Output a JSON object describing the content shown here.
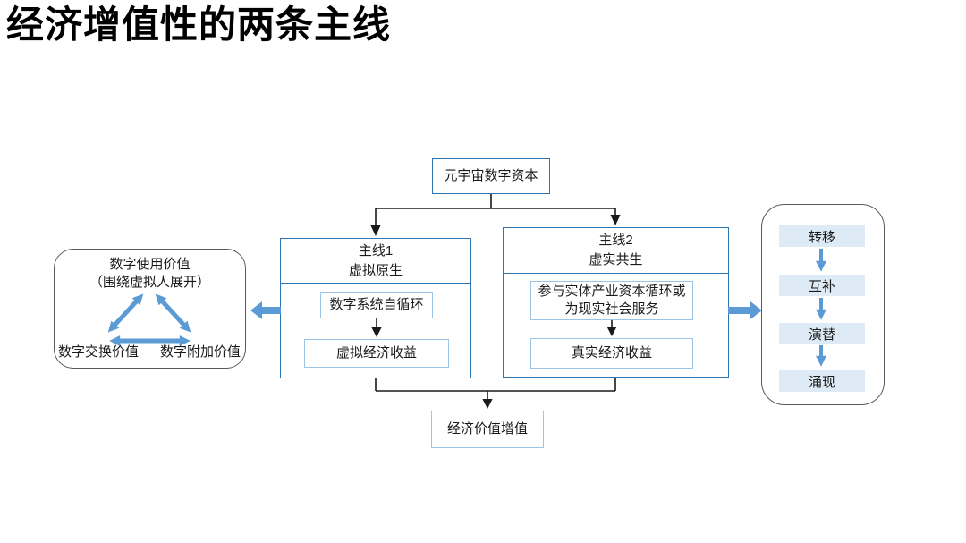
{
  "title": "经济增值性的两条主线",
  "colors": {
    "accent_blue": "#5B9BD5",
    "outer_box_border": "#2E75B6",
    "inner_box_border": "#9DC3E6",
    "stage_bar_fill": "#DEEBF7",
    "panel_border": "#595959",
    "connector": "#1A1A1A"
  },
  "diagram": {
    "root_box": {
      "label": "元宇宙数字资本"
    },
    "mainline1": {
      "title_line1": "主线1",
      "title_line2": "虚拟原生",
      "step1_label": "数字系统自循环",
      "step2_label": "虚拟经济收益"
    },
    "mainline2": {
      "title_line1": "主线2",
      "title_line2": "虚实共生",
      "step1_line1": "参与实体产业资本循环或",
      "step1_line2": "为现实社会服务",
      "step2_label": "真实经济收益"
    },
    "result_box": {
      "label": "经济价值增值"
    },
    "left_panel": {
      "top_line1": "数字使用价值",
      "top_line2": "（围绕虚拟人展开）",
      "bottom_left": "数字交换价值",
      "bottom_right": "数字附加价值"
    },
    "right_panel": {
      "stages": [
        "转移",
        "互补",
        "演替",
        "涌现"
      ]
    }
  }
}
